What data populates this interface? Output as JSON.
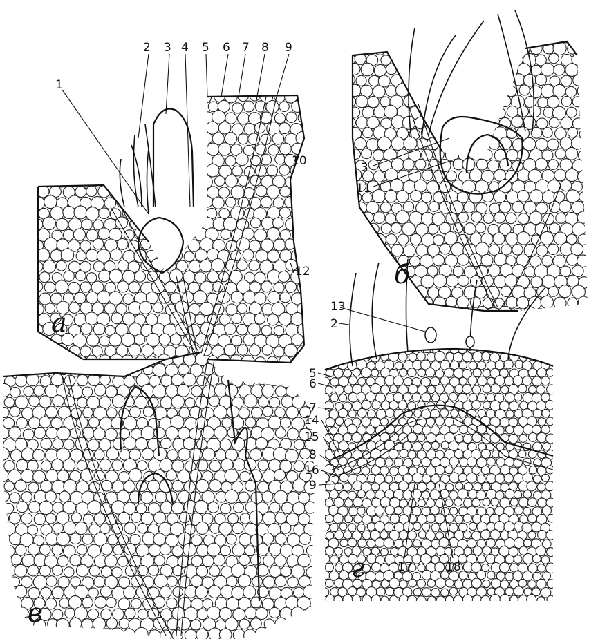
{
  "figure": {
    "panels": [
      {
        "id": "a",
        "letter": "а"
      },
      {
        "id": "b",
        "letter": "б"
      },
      {
        "id": "v",
        "letter": "в"
      },
      {
        "id": "g",
        "letter": "г"
      }
    ],
    "labels": {
      "a": [
        "1",
        "2",
        "3",
        "4",
        "5",
        "6",
        "7",
        "8",
        "9",
        "10",
        "12"
      ],
      "b": [
        "3",
        "11"
      ],
      "g": [
        "13",
        "2",
        "5",
        "6",
        "7",
        "14",
        "15",
        "8",
        "16",
        "9",
        "17",
        "18"
      ]
    }
  }
}
